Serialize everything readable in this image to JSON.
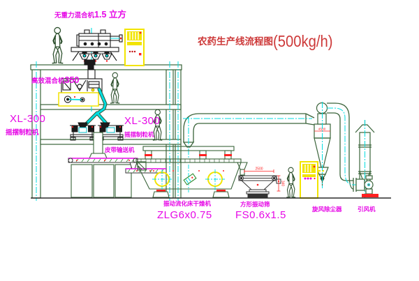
{
  "title": {
    "text": "农药生产线流程图",
    "capacity": "(500kg/h)"
  },
  "equipment_labels": {
    "top_mixer_name": "无重力混合机",
    "top_mixer_size": "1.5 立方",
    "mixer350_name": "高效混合机",
    "mixer350_model": "350",
    "granulator_left_model": "XL-300",
    "granulator_left_name": "摇摆制粒机",
    "granulator_mid_model": "XL-300",
    "granulator_mid_name": "摇摆制粒机",
    "belt_conveyor": "皮带输送机",
    "dryer_name": "振动流化床干燥机",
    "dryer_model": "ZLG6x0.75",
    "screen_name": "方形振动筛",
    "screen_model": "FS0.6x1.5",
    "cyclone": "旋风除尘器",
    "fan": "引风机"
  },
  "dimensions": {
    "screen_width": "2500",
    "screen_height": "340",
    "cyclone_body": "4500"
  },
  "colors": {
    "line_green": "#3a633a",
    "centerline_cyan": "#00dde0",
    "label_magenta": "#e608e6",
    "title_red": "#cd3838",
    "dimension_red": "#ff2020",
    "highlight_yellow": "#f2e400"
  }
}
